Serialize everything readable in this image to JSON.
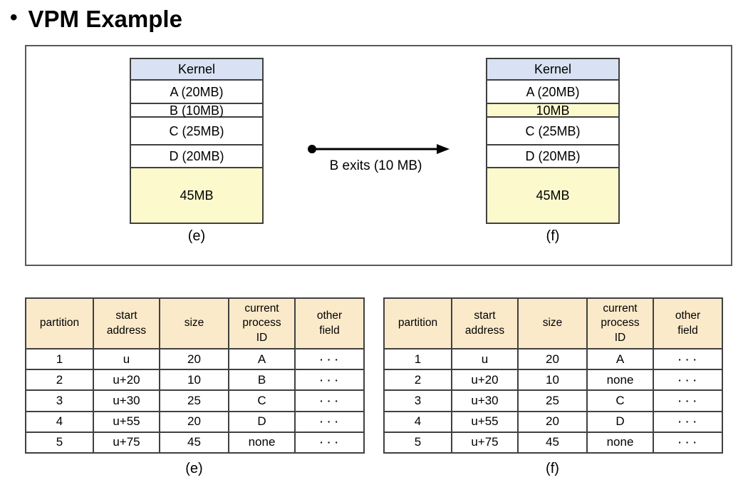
{
  "title": {
    "bullet": "•",
    "text": "VPM Example"
  },
  "colors": {
    "kernel_fill": "#D9E2F3",
    "free_fill": "#FCFACC",
    "table_header_fill": "#FBEACA",
    "border": "#404040",
    "panel_border": "#595959"
  },
  "diagram_panel": {
    "arrow_label": "B exits (10 MB)",
    "diagrams": [
      {
        "id": "e",
        "caption": "(e)",
        "segments": [
          {
            "label": "Kernel",
            "fill": "kernel",
            "h": 30
          },
          {
            "label": "A (20MB)",
            "fill": "white",
            "h": 33
          },
          {
            "label": "B (10MB)",
            "fill": "white",
            "h": 19
          },
          {
            "label": "C (25MB)",
            "fill": "white",
            "h": 39
          },
          {
            "label": "D (20MB)",
            "fill": "white",
            "h": 32
          },
          {
            "label": "45MB",
            "fill": "free",
            "h": 76
          }
        ]
      },
      {
        "id": "f",
        "caption": "(f)",
        "segments": [
          {
            "label": "Kernel",
            "fill": "kernel",
            "h": 30
          },
          {
            "label": "A (20MB)",
            "fill": "white",
            "h": 33
          },
          {
            "label": "10MB",
            "fill": "free",
            "h": 19
          },
          {
            "label": "C (25MB)",
            "fill": "white",
            "h": 39
          },
          {
            "label": "D (20MB)",
            "fill": "white",
            "h": 32
          },
          {
            "label": "45MB",
            "fill": "free",
            "h": 76
          }
        ]
      }
    ]
  },
  "tables": [
    {
      "id": "e",
      "caption": "(e)",
      "headers": [
        "partition",
        "start\naddress",
        "size",
        "current\nprocess\nID",
        "other\nfield"
      ],
      "rows": [
        [
          "1",
          "u",
          "20",
          "A",
          "· · ·"
        ],
        [
          "2",
          "u+20",
          "10",
          "B",
          "· · ·"
        ],
        [
          "3",
          "u+30",
          "25",
          "C",
          "· · ·"
        ],
        [
          "4",
          "u+55",
          "20",
          "D",
          "· · ·"
        ],
        [
          "5",
          "u+75",
          "45",
          "none",
          "· · ·"
        ]
      ]
    },
    {
      "id": "f",
      "caption": "(f)",
      "headers": [
        "partition",
        "start\naddress",
        "size",
        "current\nprocess\nID",
        "other\nfield"
      ],
      "rows": [
        [
          "1",
          "u",
          "20",
          "A",
          "· · ·"
        ],
        [
          "2",
          "u+20",
          "10",
          "none",
          "· · ·"
        ],
        [
          "3",
          "u+30",
          "25",
          "C",
          "· · ·"
        ],
        [
          "4",
          "u+55",
          "20",
          "D",
          "· · ·"
        ],
        [
          "5",
          "u+75",
          "45",
          "none",
          "· · ·"
        ]
      ]
    }
  ]
}
